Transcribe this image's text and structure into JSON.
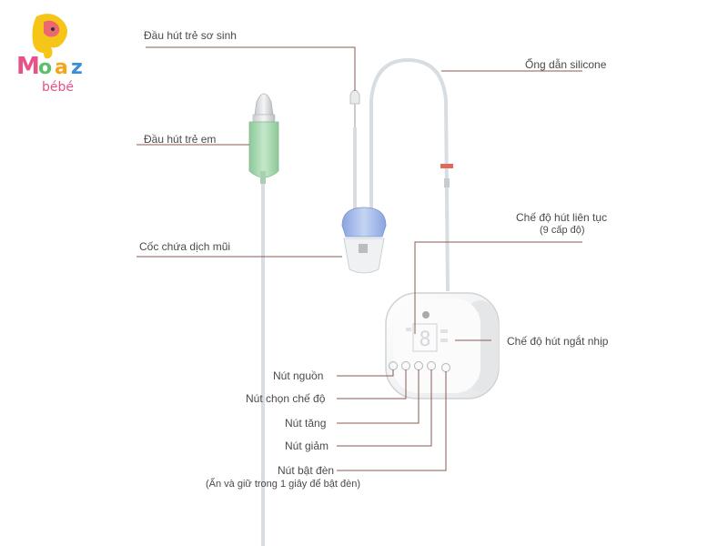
{
  "brand": {
    "name_a": "M",
    "name_b": "a",
    "name_c": "z",
    "name_o": "o",
    "tagline": "bébé"
  },
  "labels": {
    "newborn_tip": "Đầu hút trẻ sơ sinh",
    "silicone_tube": "Ống dẫn silicone",
    "child_tip": "Đầu hút trẻ em",
    "continuous_mode": "Chế độ hút liên tục",
    "continuous_levels": "(9 cấp độ)",
    "mucus_cup": "Cốc chứa dịch mũi",
    "pulse_mode": "Chế độ hút ngắt nhịp",
    "power_button": "Nút nguồn",
    "mode_button": "Nút chọn chế độ",
    "increase_button": "Nút tăng",
    "decrease_button": "Nút giảm",
    "light_button": "Nút bật đèn",
    "light_hint": "(Ấn và giữ trong 1 giây để bật đèn)"
  },
  "device": {
    "display_digit": "8"
  },
  "colors": {
    "label": "#4a4a4a",
    "leader": "#8a5a50",
    "green_tip": "#a8d8b0",
    "blue_cap": "#9fb6e8",
    "tube": "#d8dde2",
    "brand_yellow": "#f5c518",
    "brand_pink": "#e8508a",
    "brand_green": "#5cc06a",
    "brand_blue": "#3a8fd8"
  }
}
